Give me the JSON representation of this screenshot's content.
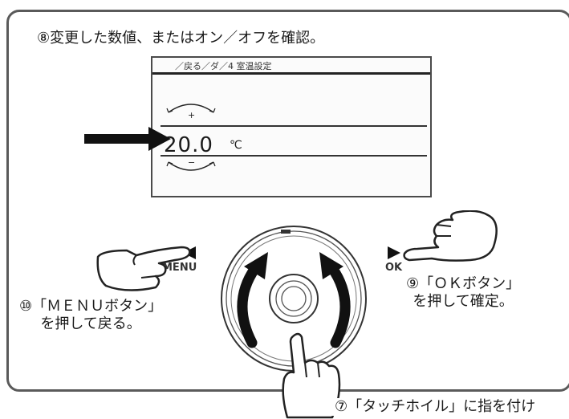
{
  "instructions": {
    "step8": "⑧変更した数値、またはオン／オフを確認。",
    "step9_line1": "⑨「ＯＫボタン」",
    "step9_line2": "を押して確定。",
    "step10_line1": "⑩「ＭＥＮＵボタン」",
    "step10_line2": "を押して戻る。",
    "step7": "⑦「タッチホイル」に指を付け"
  },
  "lcd": {
    "header": "／戻る／ダ／4 室温設定",
    "value": "20.0",
    "unit": "℃",
    "plus_symbol": "+",
    "minus_symbol": "−"
  },
  "buttons": {
    "menu_label": "MENU",
    "ok_label": "OK"
  },
  "colors": {
    "panel_border": "#5a5a5a",
    "arrow": "#1a1a1a",
    "hand_fill": "#ffffff"
  }
}
